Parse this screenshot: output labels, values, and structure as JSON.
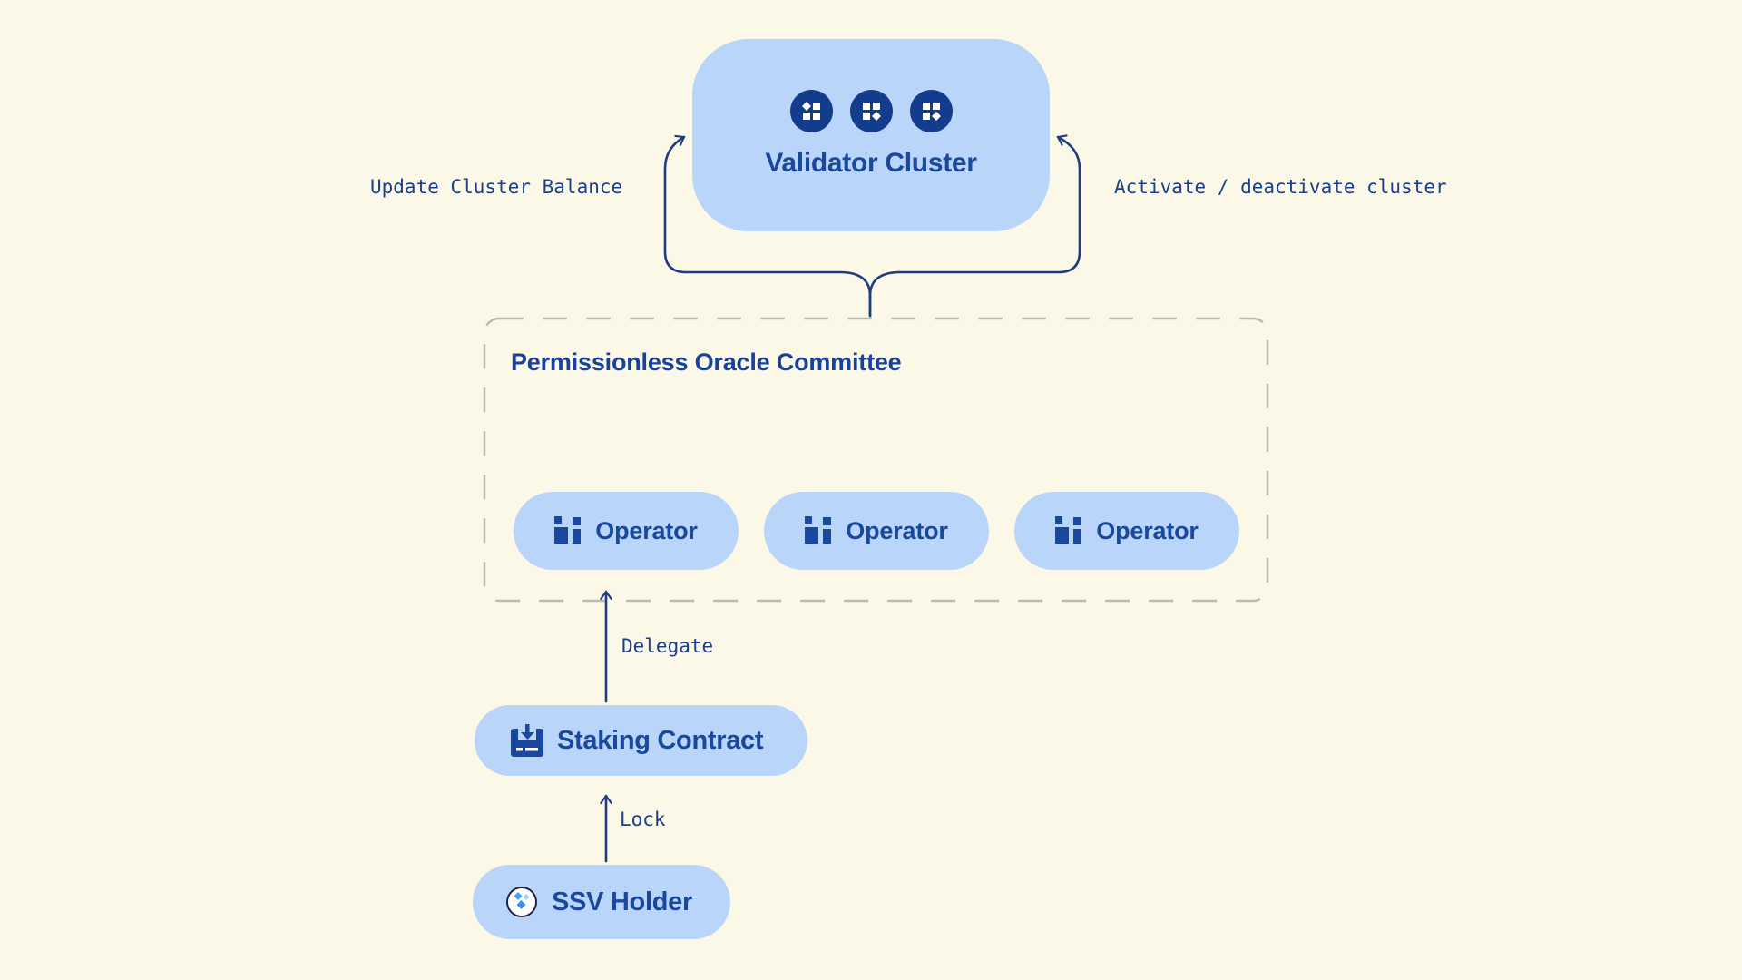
{
  "diagram": {
    "validator_cluster": {
      "label": "Validator Cluster",
      "node_icons": [
        "validator-grid-icon",
        "validator-grid-icon",
        "validator-grid-icon"
      ]
    },
    "edges": {
      "update_balance": {
        "label": "Update Cluster Balance"
      },
      "activate": {
        "label": "Activate / deactivate cluster"
      },
      "delegate": {
        "label": "Delegate"
      },
      "lock": {
        "label": "Lock"
      }
    },
    "committee": {
      "title": "Permissionless Oracle Committee",
      "operators": [
        {
          "label": "Operator",
          "icon": "operator-bars-icon"
        },
        {
          "label": "Operator",
          "icon": "operator-bars-icon"
        },
        {
          "label": "Operator",
          "icon": "operator-bars-icon"
        }
      ]
    },
    "staking_contract": {
      "label": "Staking Contract",
      "icon": "deposit-box-icon"
    },
    "ssv_holder": {
      "label": "SSV Holder",
      "icon": "ssv-token-icon"
    }
  },
  "colors": {
    "background": "#FBF8E8",
    "node_fill": "#B9D5FA",
    "navy_circle": "#143C8C",
    "heading_text": "#1A489E",
    "edge_label_text": "#1B3E8C",
    "arrow_stroke": "#1E3C7E",
    "dashed_border": "#BBBBB4"
  }
}
